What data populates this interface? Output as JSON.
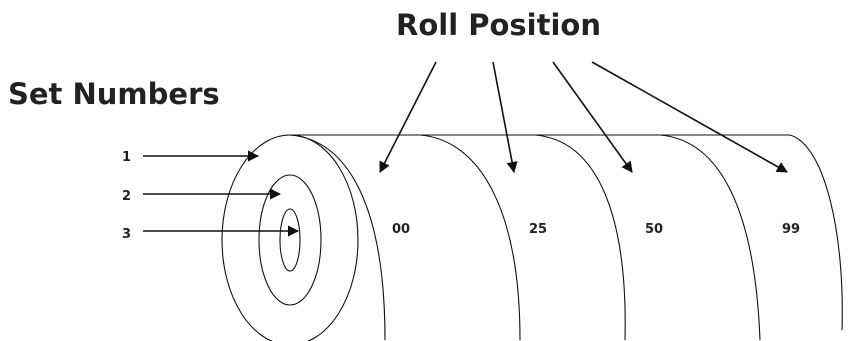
{
  "titles": {
    "roll_position": "Roll Position",
    "set_numbers": "Set Numbers"
  },
  "set_labels": [
    "1",
    "2",
    "3"
  ],
  "position_labels": [
    "00",
    "25",
    "50",
    "99"
  ]
}
